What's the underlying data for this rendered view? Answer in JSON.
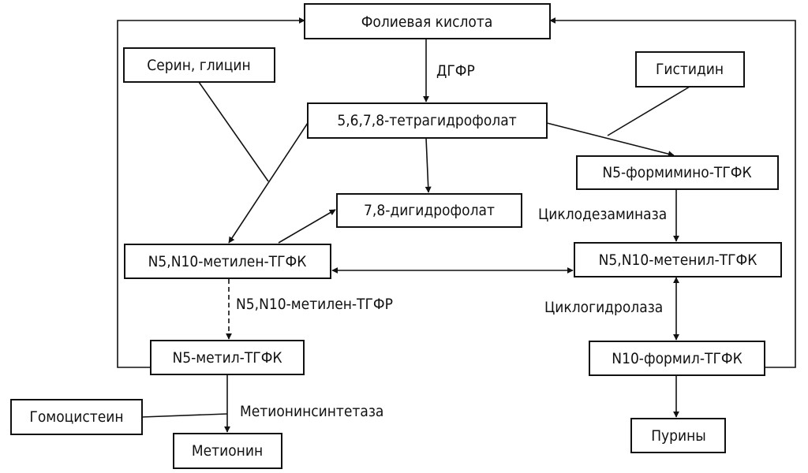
{
  "diagram": {
    "nodes": {
      "folic_acid": "Фолиевая кислота",
      "serine_glycine": "Серин, глицин",
      "thf": "5,6,7,8-тетрагидрофолат",
      "histidine": "Гистидин",
      "formimino": "N5-формимино-ТГФК",
      "dhf": "7,8-дигидрофолат",
      "methylene": "N5,N10-метилен-ТГФК",
      "methenyl": "N5,N10-метенил-ТГФК",
      "methyl": "N5-метил-ТГФК",
      "formyl": "N10-формил-ТГФК",
      "homocysteine": "Гомоцистеин",
      "methionine": "Метионин",
      "purines": "Пурины"
    },
    "labels": {
      "dhfr": "ДГФР",
      "cyclodeaminase": "Циклодезаминаза",
      "mthfr": "N5,N10-метилен-ТГФР",
      "cyclohydrolase": "Циклогидролаза",
      "methionine_synthase": "Метионинсинтетаза"
    }
  }
}
